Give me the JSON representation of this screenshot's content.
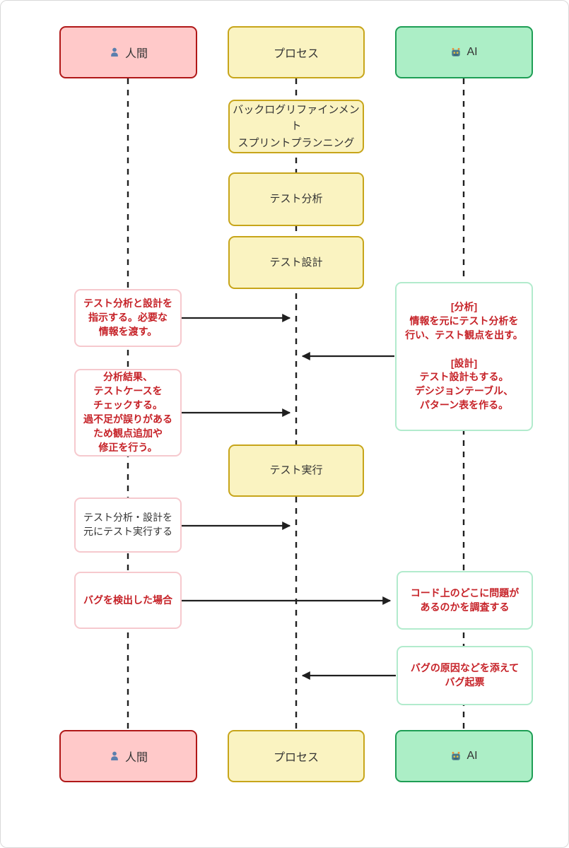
{
  "diagram": {
    "headers": {
      "human": "人間",
      "process": "プロセス",
      "ai": "AI"
    },
    "header_icons": {
      "human": "person-icon",
      "ai": "robot-icon"
    },
    "process_steps": {
      "refinement": "バックログリファインメント\nスプリントプランニング",
      "analysis": "テスト分析",
      "design": "テスト設計",
      "execution": "テスト実行"
    },
    "human_notes": {
      "instruct": "テスト分析と設計を\n指示する。必要な\n情報を渡す。",
      "review": "分析結果、\nテストケースを\nチェックする。\n過不足が誤りがある\nため観点追加や\n修正を行う。",
      "execute": "テスト分析・設計を\n元にテスト実行する",
      "bug_found": "バグを検出した場合"
    },
    "ai_notes": {
      "analyze_design": "[分析]\n情報を元にテスト分析を\n行い、テスト観点を出す。\n\n[設計]\nテスト設計もする。\nデシジョンテーブル、\nパターン表を作る。",
      "investigate": "コード上のどこに問題が\nあるのかを調査する",
      "file_bug": "バグの原因などを添えて\nバグ起票"
    }
  },
  "colors": {
    "human_fill": "#ffc9c9",
    "human_border": "#b01818",
    "process_fill": "#faf3c1",
    "process_border": "#c7a51a",
    "ai_fill": "#aceec6",
    "ai_border": "#1e9e55",
    "note_text_red": "#c62228",
    "note_text_plain": "#333333",
    "human_note_border": "#f6c9ce",
    "ai_note_border": "#b2ebcd",
    "line": "#1f1f1f"
  }
}
